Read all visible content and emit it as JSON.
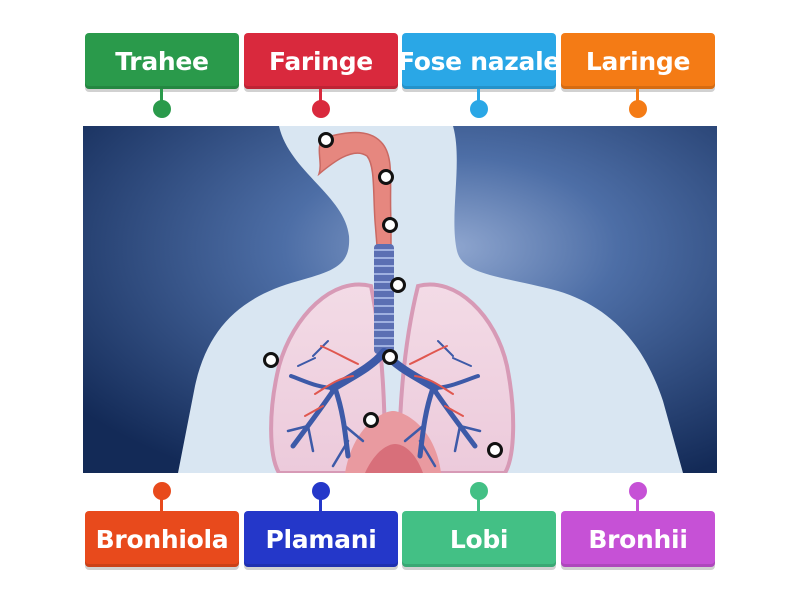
{
  "labels": {
    "top": [
      {
        "text": "Trahee",
        "color": "#2a9a4b"
      },
      {
        "text": "Faringe",
        "color": "#d9293d"
      },
      {
        "text": "Fose nazale",
        "color": "#2aa7e6"
      },
      {
        "text": "Laringe",
        "color": "#f47b15"
      }
    ],
    "bottom": [
      {
        "text": "Bronhiola",
        "color": "#e84a1c"
      },
      {
        "text": "Plamani",
        "color": "#2437c9"
      },
      {
        "text": "Lobi",
        "color": "#43c085"
      },
      {
        "text": "Bronhii",
        "color": "#c651d6"
      }
    ]
  },
  "diagram": {
    "image_subject": "respiratory-system-illustration",
    "target_count": 8,
    "colors": {
      "background": "#1a3565",
      "body_silhouette": "#d9e6f2",
      "trachea": "#5b6fb3",
      "lungs": "#e7b7cc",
      "airways": "#e6877f",
      "bronchi": "#3d5aa8"
    }
  }
}
